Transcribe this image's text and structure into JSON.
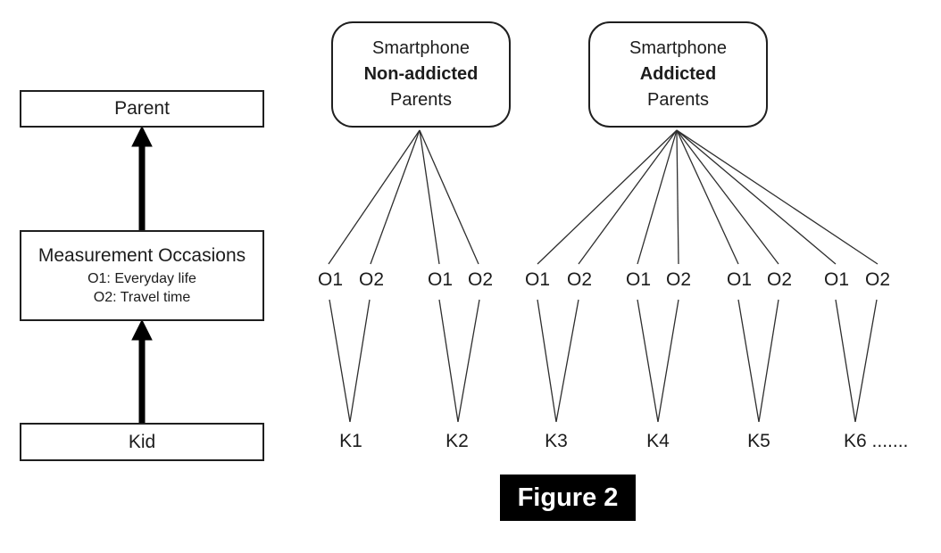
{
  "left_flow": {
    "parent": "Parent",
    "measurement_title": "Measurement Occasions",
    "measurement_line1": "O1: Everyday life",
    "measurement_line2": "O2: Travel time",
    "kid": "Kid"
  },
  "group_boxes": [
    {
      "line1": "Smartphone",
      "line2": "Non-addicted",
      "line3": "Parents"
    },
    {
      "line1": "Smartphone",
      "line2": "Addicted",
      "line3": "Parents"
    }
  ],
  "occasion_labels": [
    "O1",
    "O2",
    "O1",
    "O2",
    "O1",
    "O2",
    "O1",
    "O2",
    "O1",
    "O2",
    "O1",
    "O2"
  ],
  "kid_labels": [
    "K1",
    "K2",
    "K3",
    "K4",
    "K5",
    "K6 ......."
  ],
  "caption": "Figure 2",
  "colors": {
    "line": "#2e2e2e",
    "box_border": "#1f1f1f",
    "caption_bg": "#000000",
    "caption_text": "#ffffff",
    "background": "#ffffff"
  }
}
